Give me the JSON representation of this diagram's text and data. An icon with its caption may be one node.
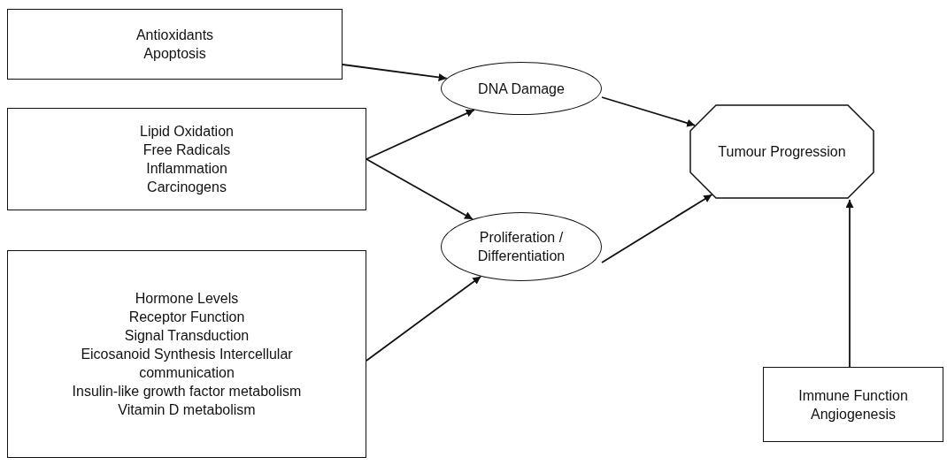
{
  "diagram": {
    "nodes": [
      {
        "text": [
          "Antioxidants",
          "Apoptosis"
        ]
      },
      {
        "text": [
          "DNA Damage"
        ]
      },
      {
        "text": [
          "Lipid Oxidation",
          "Free Radicals",
          "Inflammation",
          "Carcinogens"
        ]
      },
      {
        "text": [
          "Tumour Progression"
        ]
      },
      {
        "text": [
          "Proliferation / Differentiation"
        ]
      },
      {
        "text": [
          "Hormone Levels",
          "Receptor Function",
          "Signal Transduction",
          "Eicosanoid Synthesis Intercellular communication",
          "Insulin-like growth factor metabolism",
          "Vitamin D metabolism"
        ]
      },
      {
        "text": [
          "Immune Function",
          "Angiogenesis"
        ]
      }
    ],
    "edges": [
      {
        "from": 0,
        "to": 1,
        "arrow": "to"
      },
      {
        "from": 2,
        "to": 1,
        "arrow": "to"
      },
      {
        "from": 2,
        "to": 4,
        "arrow": "to"
      },
      {
        "from": 5,
        "to": 4,
        "arrow": "to"
      },
      {
        "from": 1,
        "to": 3,
        "arrow": "to"
      },
      {
        "from": 4,
        "to": 3,
        "arrow": "to"
      },
      {
        "from": 6,
        "to": 3,
        "arrow": "to"
      }
    ]
  }
}
